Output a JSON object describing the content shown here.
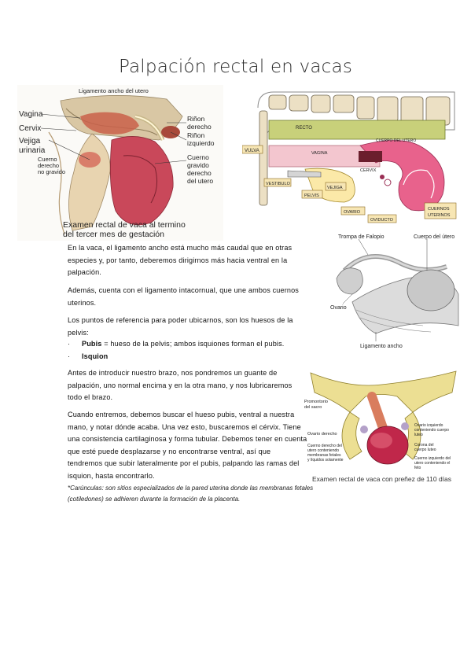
{
  "page": {
    "title": "Palpación rectal en vacas"
  },
  "figure1": {
    "labels": {
      "ligamento": "Ligamento ancho del utero",
      "vagina": "Vagina",
      "cervix": "Cervix",
      "vejiga": "Vejiga",
      "urinaria": "urinaria",
      "cuerno_no_1": "Cuerno",
      "cuerno_no_2": "derecho",
      "cuerno_no_3": "no gravido",
      "rinon_d_1": "Riñon",
      "rinon_d_2": "derecho",
      "rinon_i": "Riñon",
      "rinon_i_2": "izquierdo",
      "cuerno_g_1": "Cuerno",
      "cuerno_g_2": "gravido",
      "cuerno_g_3": "derecho",
      "cuerno_g_4": "del utero"
    },
    "caption_line1": "Examen rectal de vaca al termino",
    "caption_line2": "del tercer mes de gestación"
  },
  "figure2": {
    "labels": {
      "recto": "RECTO",
      "cuerpo": "CUERPO DEL UTERO",
      "vulva": "VULVA",
      "vagina": "VAGINA",
      "cervix": "CERVIX",
      "vestibulo": "VESTIBULO",
      "pelvis": "PELVIS",
      "vejiga": "VEJIGA",
      "ovario": "OVARIO",
      "oviducto": "OVIDUCTO",
      "cuernos_1": "CUERNOS",
      "cuernos_2": "UTERINOS"
    }
  },
  "figure3": {
    "labels": {
      "trompa": "Trompa de Falopio",
      "cuerpo": "Cuerpo del útero",
      "ovario": "Ovario",
      "ligamento": "Ligamento ancho"
    }
  },
  "figure4": {
    "labels": {
      "promontorio_1": "Promontorio",
      "promontorio_2": "del sacro",
      "ovario_d": "Ovario derecho",
      "cuerno_d_1": "Cuerno derecho del",
      "cuerno_d_2": "utero conteniendo",
      "cuerno_d_3": "membranas fetales",
      "cuerno_d_4": "y líquidos solamente",
      "ovario_i_1": "Ovario izquierdo",
      "ovario_i_2": "conteniendo cuerpo",
      "ovario_i_3": "luteo",
      "corona_1": "Corona del",
      "corona_2": "cuerpo luteo",
      "cuerno_i_1": "Cuerno izquierdo del",
      "cuerno_i_2": "utero conteniendo el",
      "cuerno_i_3": "feto"
    },
    "caption": "Examen rectal de vaca con preñez de 110 días"
  },
  "text": {
    "p1": "En la vaca, el ligamento ancho está mucho más caudal que en otras especies y, por tanto, deberemos dirigirnos más hacia ventral en la palpación.",
    "p2": "Además, cuenta con el ligamento intacornual, que une ambos cuernos uterinos.",
    "p3": "Los puntos de referencia para poder ubicarnos, son los huesos de la pelvis:",
    "b1_bold": "Pubis",
    "b1_rest": " = hueso de la pelvis; ambos isquiones forman el pubis.",
    "b2_bold": "Isquion",
    "p4": "Antes de introducir nuestro brazo, nos pondremos un guante de palpación, uno normal encima y en la otra mano, y nos lubricaremos todo el brazo.",
    "p5": "Cuando entremos, debemos buscar el hueso pubis, ventral a nuestra mano, y notar dónde acaba. Una vez esto, buscaremos el cérvix. Tiene una consistencia cartilaginosa y forma tubular. Debemos tener en cuenta que esté puede desplazarse y no encontrarse ventral, así que tendremos que subir lateralmente por el pubis, palpando las ramas del isquion, hasta encontrarlo.",
    "note": "*Carúnculas: son sitios especializados de la pared uterina donde las membranas fetales (cotiledones) se adhieren durante la formación de la placenta."
  },
  "colors": {
    "recto": "#c8d07a",
    "vagina": "#f3c6cf",
    "utero": "#e8628c",
    "bone": "#e6d9a8",
    "label_box": "#f7e6b4"
  }
}
